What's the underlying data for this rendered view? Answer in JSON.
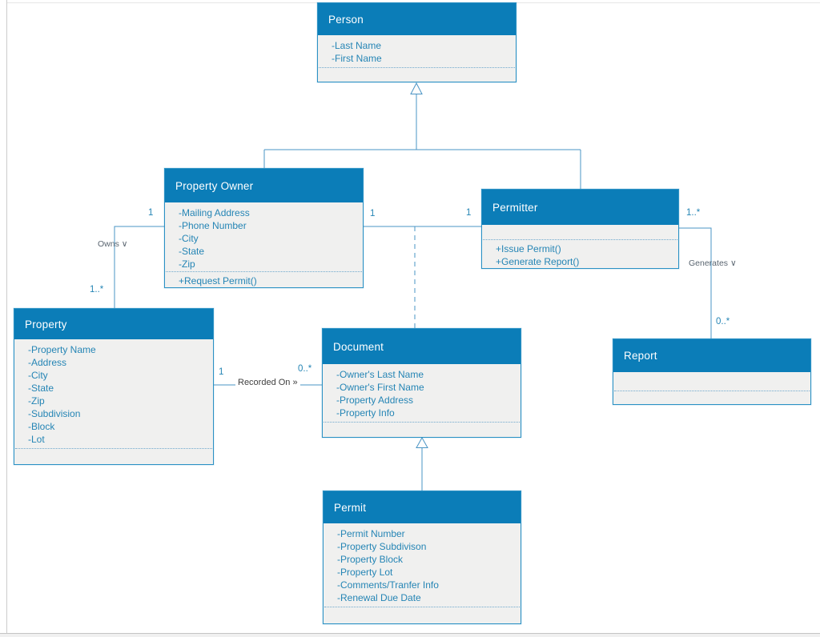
{
  "diagram": {
    "type": "uml-class-diagram",
    "classes": {
      "person": {
        "title": "Person",
        "attributes": [
          "-Last Name",
          "-First Name"
        ],
        "methods": []
      },
      "property_owner": {
        "title": "Property Owner",
        "attributes": [
          "-Mailing Address",
          "-Phone Number",
          "-City",
          "-State",
          "-Zip"
        ],
        "methods": [
          "+Request Permit()"
        ]
      },
      "permitter": {
        "title": "Permitter",
        "attributes": [],
        "methods": [
          "+Issue Permit()",
          "+Generate Report()"
        ]
      },
      "property": {
        "title": "Property",
        "attributes": [
          "-Property Name",
          "-Address",
          "-City",
          "-State",
          "-Zip",
          "-Subdivision",
          "-Block",
          "-Lot"
        ],
        "methods": []
      },
      "document": {
        "title": "Document",
        "attributes": [
          "-Owner's Last Name",
          "-Owner's First Name",
          "-Property Address",
          "-Property Info"
        ],
        "methods": []
      },
      "report": {
        "title": "Report",
        "attributes": [],
        "methods": []
      },
      "permit": {
        "title": "Permit",
        "attributes": [
          "-Permit Number",
          "-Property Subdivison",
          "-Property Block",
          "-Property Lot",
          "-Comments/Tranfer Info",
          "-Renewal Due Date"
        ],
        "methods": []
      }
    },
    "relationships": {
      "person_generalization": {
        "type": "generalization",
        "parent": "Person",
        "children": [
          "Property Owner",
          "Permitter"
        ]
      },
      "document_generalization": {
        "type": "generalization",
        "parent": "Document",
        "children": [
          "Permit"
        ]
      },
      "owner_permitter": {
        "type": "association",
        "left_mult": "1",
        "right_mult": "1",
        "association_class": "Document"
      },
      "owns": {
        "name": "Owns ∨",
        "owner_mult": "1",
        "property_mult": "1..*"
      },
      "recorded_on": {
        "name": "Recorded On »",
        "property_mult": "1",
        "document_mult": "0..*"
      },
      "generates": {
        "name": "Generates ∨",
        "permitter_mult": "1..*",
        "report_mult": "0..*"
      }
    },
    "colors": {
      "header_fill": "#0b7db8",
      "body_fill": "#f0f0ef",
      "box_border": "#2b91c4",
      "member_text": "#2585b5",
      "connector": "#4a94c4",
      "relation_label": "#5a6570",
      "relation_label_dark": "#3f3f3f"
    }
  }
}
